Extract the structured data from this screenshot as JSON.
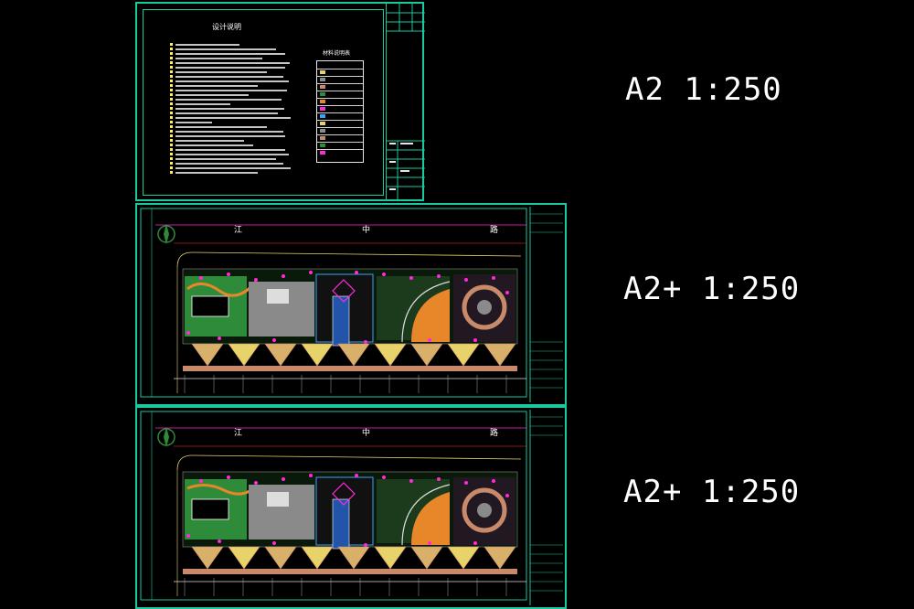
{
  "sheets": [
    {
      "id": "sheet-1",
      "scale_label": "A2 1:250",
      "notes_title": "设计说明",
      "legend_title": "材料说明表"
    },
    {
      "id": "sheet-2",
      "scale_label": "A2+ 1:250",
      "road_chars": [
        "江",
        "中",
        "路"
      ]
    },
    {
      "id": "sheet-3",
      "scale_label": "A2+ 1:250",
      "road_chars": [
        "江",
        "中",
        "路"
      ]
    }
  ],
  "colors": {
    "frame": "#19c9a0",
    "magenta": "#ff2bd6",
    "green": "#2e8b3a",
    "orange": "#e8862a",
    "tan": "#c98a6a",
    "yellow": "#e8d26a",
    "gray": "#8a8a8a",
    "blue": "#3aa0ff",
    "red": "#ff3030"
  },
  "icons": [
    "north-arrow-icon"
  ]
}
